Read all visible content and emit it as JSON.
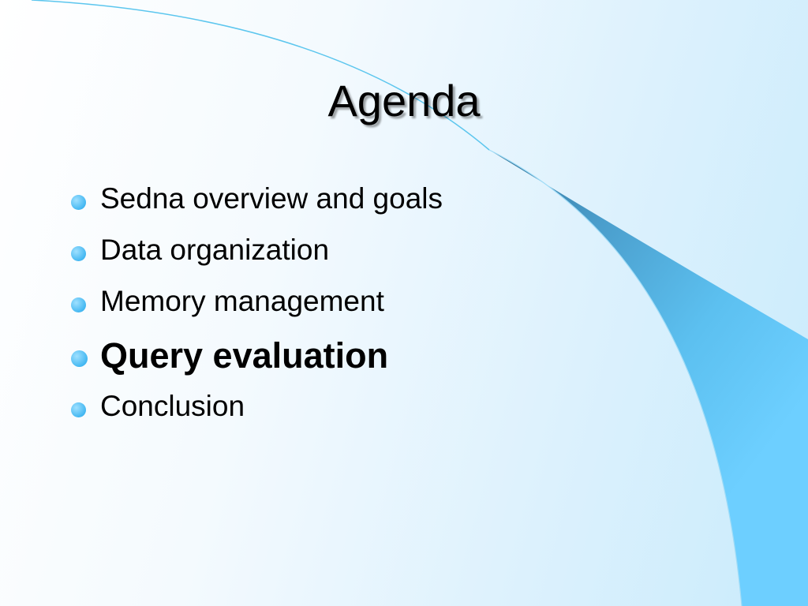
{
  "slide": {
    "title": "Agenda",
    "bullets": [
      {
        "text": "Sedna overview and goals",
        "emphasized": false
      },
      {
        "text": "Data organization",
        "emphasized": false
      },
      {
        "text": "Memory management",
        "emphasized": false
      },
      {
        "text": "Query evaluation",
        "emphasized": true
      },
      {
        "text": "Conclusion",
        "emphasized": false
      }
    ]
  },
  "colors": {
    "bullet": "#44b8f2",
    "curve_dark": "#3b7fa8",
    "curve_light": "#66ccff",
    "curve_line": "#5cc6ee"
  }
}
